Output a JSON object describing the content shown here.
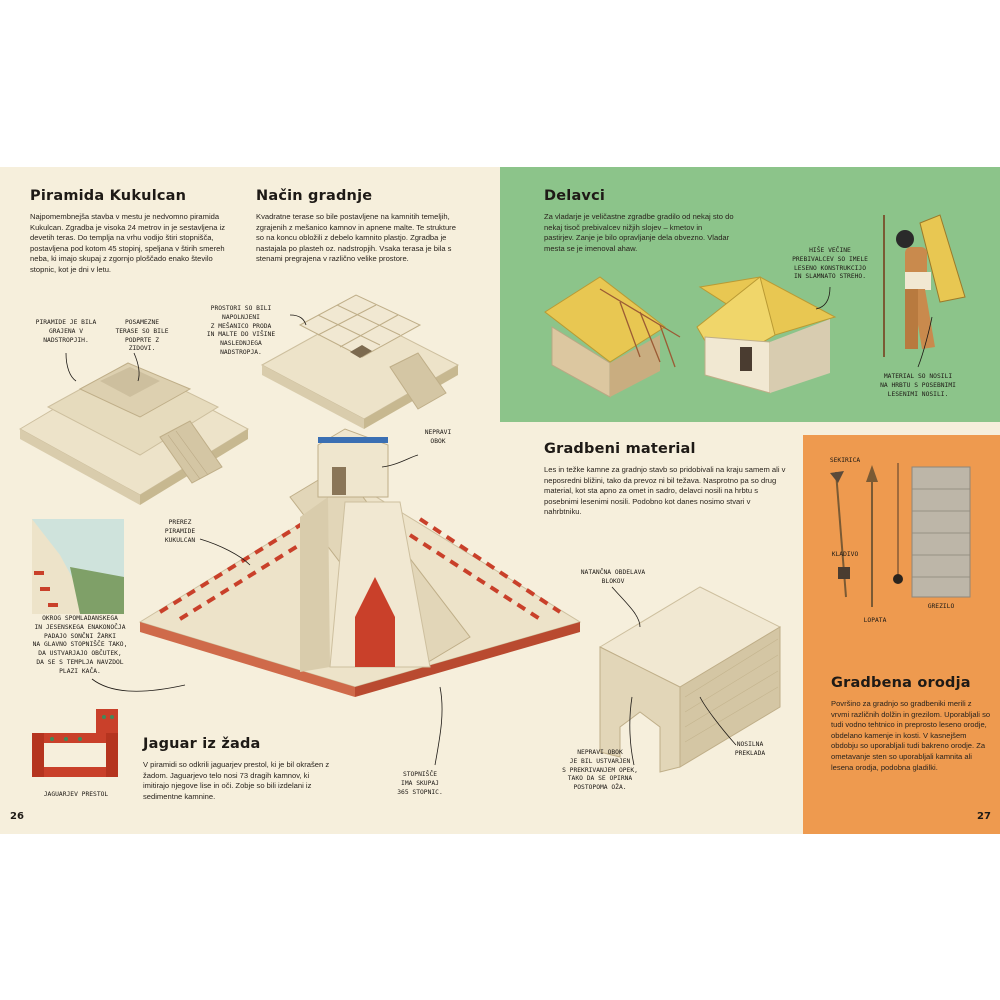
{
  "pages": {
    "left": "26",
    "right": "27"
  },
  "sections": {
    "kukulcan": {
      "title": "Piramida Kukulcan",
      "text": "Najpomembnejša stavba v mestu je nedvomno piramida Kukulcan. Zgradba je visoka 24 metrov in je sestavljena iz devetih teras. Do templja na vrhu vodijo štiri stopnišča, postavljena pod kotom 45 stopinj, speljana v štirih smereh neba, ki imajo skupaj z zgornjo ploščado enako število stopnic, kot je dni v letu."
    },
    "nacin": {
      "title": "Način gradnje",
      "text": "Kvadratne terase so bile postavljene na kamnitih temeljih, zgrajenih z mešanico kamnov in apnene malte. Te strukture so na koncu obložili z debelo kamnito plastjo. Zgradba je nastajala po plasteh oz. nadstropjih. Vsaka terasa je bila s stenami pregrajena v različno velike prostore."
    },
    "delavci": {
      "title": "Delavci",
      "text": "Za vladarje je veličastne zgradbe gradilo od nekaj sto do nekaj tisoč prebivalcev nižjih slojev – kmetov in pastirjev. Zanje je bilo opravljanje dela obvezno. Vladar mesta se je imenoval ahaw."
    },
    "material": {
      "title": "Gradbeni material",
      "text": "Les in težke kamne za gradnjo stavb so pridobivali na kraju samem ali v neposredni bližini, tako da prevoz ni bil težava. Nasprotno pa so drug material, kot sta apno za omet in sadro, delavci nosili na hrbtu s posebnimi lesenimi nosili. Podobno kot danes nosimo stvari v nahrbtniku."
    },
    "jaguar": {
      "title": "Jaguar iz žada",
      "text": "V piramidi so odkrili jaguarjev prestol, ki je bil okrašen z žadom. Jaguarjevo telo nosi 73 dragih kamnov, ki imitirajo njegove lise in oči. Zobje so bili izdelani iz sedimentne kamnine."
    },
    "orodja": {
      "title": "Gradbena orodja",
      "text": "Površino za gradnjo so gradbeniki merili z vrvmi različnih dolžin in grezilom. Uporabljali so tudi vodno tehtnico in preprosto leseno orodje, obdelano kamenje in kosti. V kasnejšem obdobju so uporabljali tudi bakreno orodje. Za ometavanje sten so uporabljali kamnita ali lesena orodja, podobna gladilki."
    }
  },
  "labels": {
    "nadstropja": "Piramide je bila\ngrajena v\nnadstropjih.",
    "terase": "Posamezne\nterase so bile\npodprte z zidovi.",
    "prostori": "Prostori so bili\nnapolnjeni\nz mešanico proda\nin malte do višine\nnaslednjega\nnadstropja.",
    "obok": "Nepravi\nobok",
    "prerez": "Prerez\npiramide\nKukulcan",
    "kaca": "Okrog spomladanskega\nin jesenskega enakonočja\npadajo sončni žarki\nna glavno stopnišče tako,\nda ustvarjajo občutek,\nda se s templja navzdol\nplazi kača.",
    "prestol": "Jaguarjev prestol",
    "stopnisce": "Stopnišče\nima skupaj\n365 stopnic.",
    "hise": "Hiše večine\nprebivalcev so imele\nleseno konstrukcijo\nin slamnato streho.",
    "nosili": "Material so nosili\nna hrbtu s posebnimi\nlesenimi nosili.",
    "bloki": "Natančna obdelava\nblokov",
    "opeke": "Nepravi obok\nje bil ustvarjen\ns prekrivanjem opek,\ntako da se opirna\npostopoma oža.",
    "preklada": "Nosilna\npreklada",
    "sekirica": "Sekirica",
    "kladivo": "Kladivo",
    "lopata": "Lopata",
    "grezilo": "Grezilo"
  },
  "colors": {
    "cream": "#f6efdc",
    "green": "#8cc48a",
    "orange": "#ee9a4f",
    "stone": "#ede3c9",
    "red": "#c9402a"
  }
}
